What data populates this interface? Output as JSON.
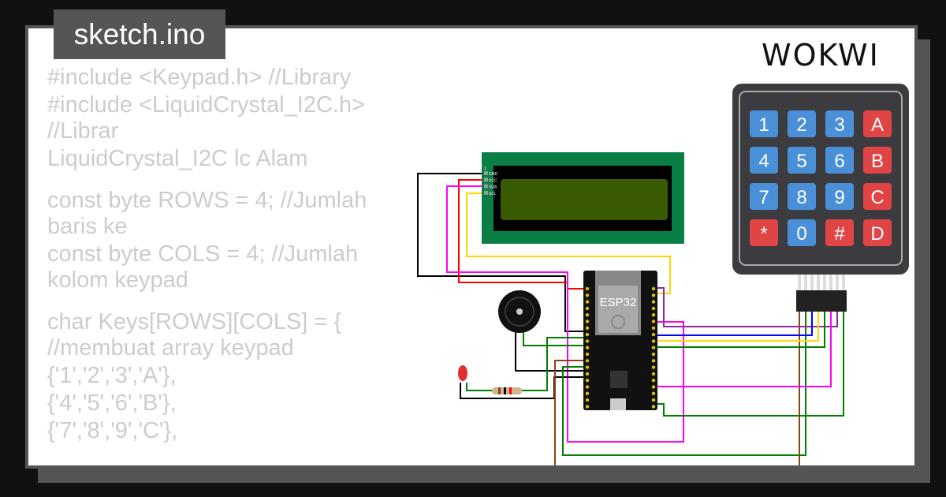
{
  "file_tab": {
    "title": "sketch.ino"
  },
  "code_lines": [
    "#include <Keypad.h>                //Library",
    "#include <LiquidCrystal_I2C.h>    //Librar",
    "LiquidCrystal_I2C lc            Alam",
    "",
    "const byte ROWS = 4;   //Jumlah baris ke",
    "const byte COLS = 4;   //Jumlah kolom keypad",
    "",
    "char Keys[ROWS][COLS] = {  //membuat array keypad",
    "  {'1','2','3','A'},",
    "  {'4','5','6','B'},",
    "  {'7','8','9','C'},"
  ],
  "lcd": {
    "pins": [
      "GND",
      "VCC",
      "SDA",
      "SCL"
    ],
    "pin1_label": "1",
    "board_color": "#0a7f45",
    "screen_color": "#3a5a00"
  },
  "keypad": {
    "keys": [
      [
        "1",
        "2",
        "3",
        "A"
      ],
      [
        "4",
        "5",
        "6",
        "B"
      ],
      [
        "7",
        "8",
        "9",
        "C"
      ],
      [
        "*",
        "0",
        "#",
        "D"
      ]
    ],
    "key_colors": {
      "digit": "#4a90d9",
      "letter": "#e04444"
    }
  },
  "esp32": {
    "label": "ESP32"
  },
  "logo": {
    "text": "WOKWI"
  }
}
